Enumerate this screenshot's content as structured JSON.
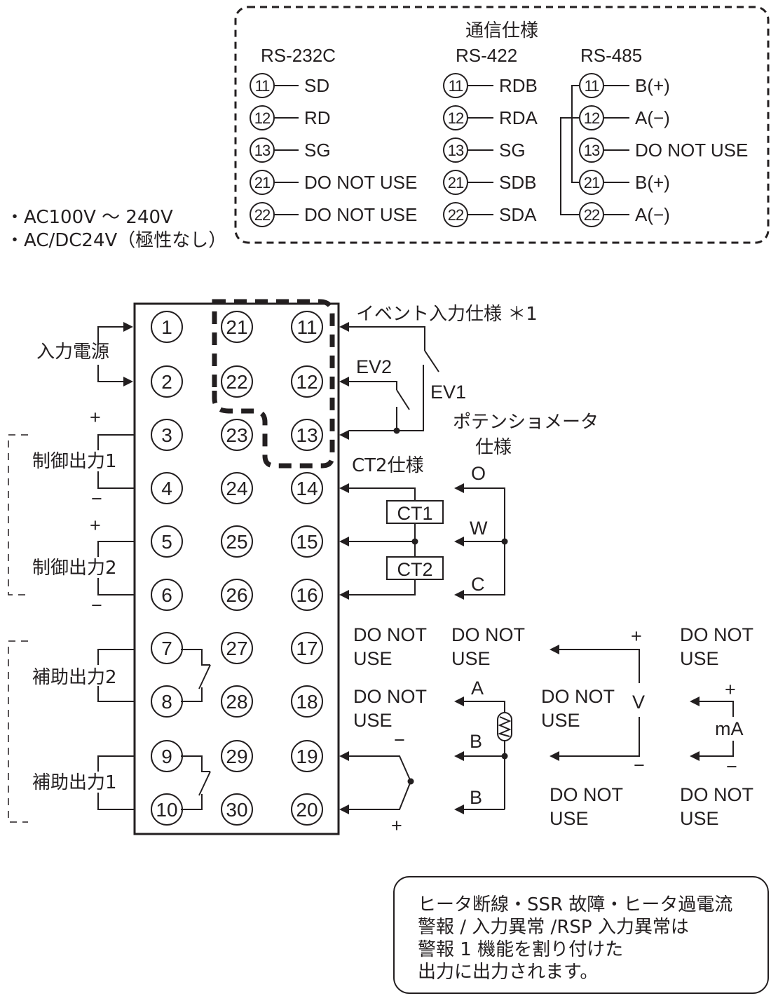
{
  "comm": {
    "title": "通信仕様",
    "rs232c": {
      "header": "RS-232C",
      "rows": [
        {
          "term": "11",
          "signal": "SD"
        },
        {
          "term": "12",
          "signal": "RD"
        },
        {
          "term": "13",
          "signal": "SG"
        },
        {
          "term": "21",
          "signal": "DO NOT USE"
        },
        {
          "term": "22",
          "signal": "DO NOT USE"
        }
      ]
    },
    "rs422": {
      "header": "RS-422",
      "rows": [
        {
          "term": "11",
          "signal": "RDB"
        },
        {
          "term": "12",
          "signal": "RDA"
        },
        {
          "term": "13",
          "signal": "SG"
        },
        {
          "term": "21",
          "signal": "SDB"
        },
        {
          "term": "22",
          "signal": "SDA"
        }
      ]
    },
    "rs485": {
      "header": "RS-485",
      "rows": [
        {
          "term": "11",
          "signal": "B(+)"
        },
        {
          "term": "12",
          "signal": "A(−)"
        },
        {
          "term": "13",
          "signal": "DO NOT USE"
        },
        {
          "term": "21",
          "signal": "B(+)"
        },
        {
          "term": "22",
          "signal": "A(−)"
        }
      ]
    }
  },
  "power_notes": [
    "・AC100V ～ 240V",
    "・AC/DC24V（極性なし）"
  ],
  "terminals": {
    "col1": [
      "1",
      "2",
      "3",
      "4",
      "5",
      "6",
      "7",
      "8",
      "9",
      "10"
    ],
    "col2": [
      "21",
      "22",
      "23",
      "24",
      "25",
      "26",
      "27",
      "28",
      "29",
      "30"
    ],
    "col3": [
      "11",
      "12",
      "13",
      "14",
      "15",
      "16",
      "17",
      "18",
      "19",
      "20"
    ]
  },
  "labels": {
    "power_input": "入力電源",
    "control_output1": "制御出力1",
    "control_output2": "制御出力2",
    "aux_output2": "補助出力2",
    "aux_output1": "補助出力1",
    "event_input": "イベント入力仕様 ＊1",
    "ev1": "EV1",
    "ev2": "EV2",
    "ct2_spec": "CT2仕様",
    "ct1": "CT1",
    "ct2": "CT2",
    "potentiometer_line1": "ポテンショメータ",
    "potentiometer_line2": "仕様",
    "pot_o": "O",
    "pot_w": "W",
    "pot_c": "C",
    "plus": "+",
    "minus": "−",
    "dnu_line1": "DO NOT",
    "dnu_line2": "USE",
    "rtd_a": "A",
    "rtd_b1": "B",
    "rtd_b2": "B",
    "volt": "V",
    "milliamp": "mA"
  },
  "note": {
    "lines": [
      "ヒータ断線・SSR 故障・ヒータ過電流",
      "警報 / 入力異常 /RSP 入力異常は",
      "警報 1 機能を割り付けた",
      "出力に出力されます。"
    ]
  }
}
